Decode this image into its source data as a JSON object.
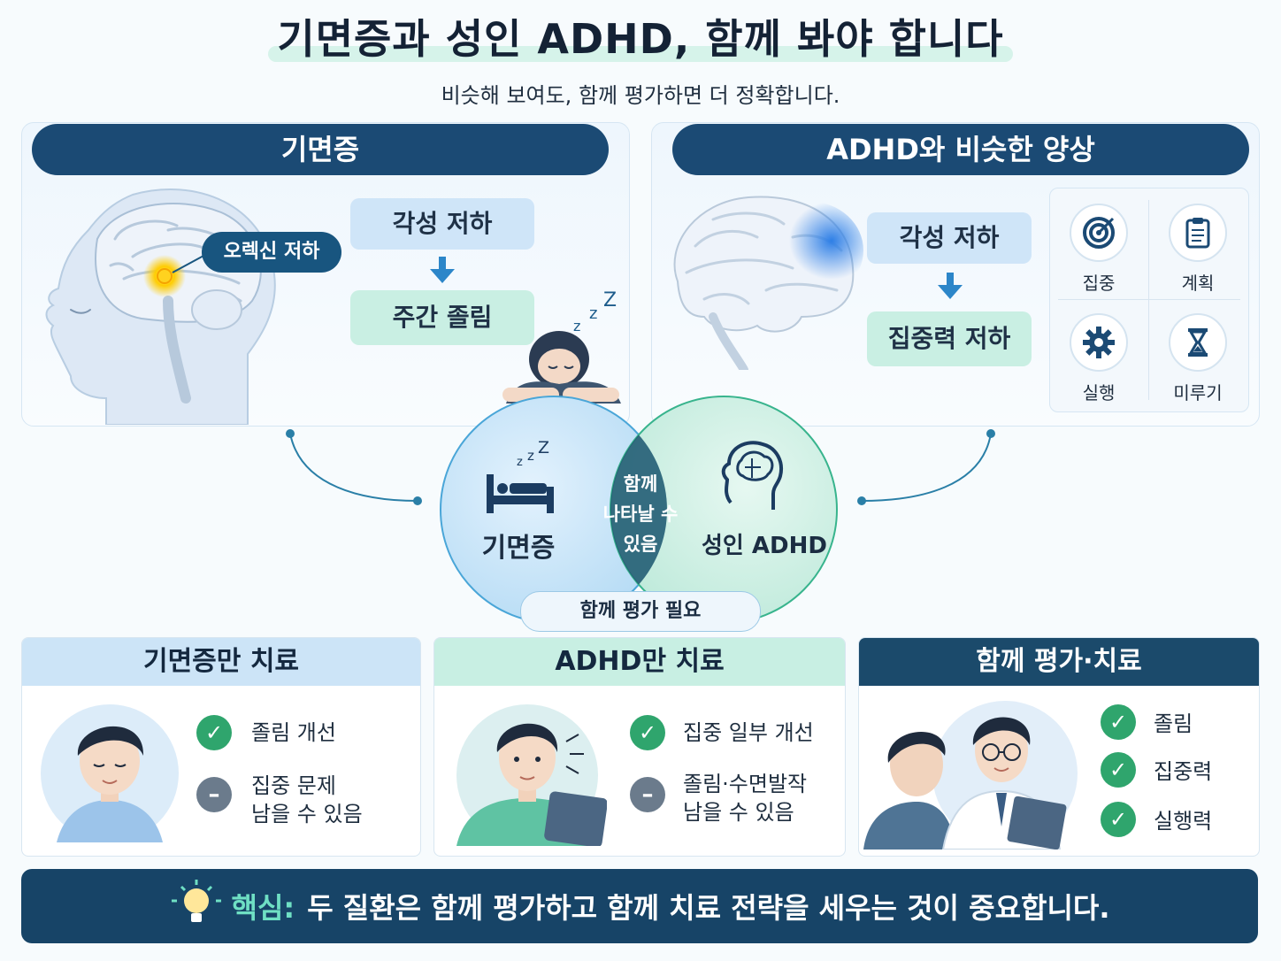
{
  "header": {
    "title": "기면증과 성인 ADHD, 함께 봐야 합니다",
    "subtitle": "비슷해 보여도, 함께 평가하면 더 정확합니다."
  },
  "left_panel": {
    "heading": "기면증",
    "orexin_label": "오렉신 저하",
    "step1": "각성 저하",
    "step2": "주간 졸림",
    "sleep_z": "z z Z"
  },
  "right_panel": {
    "heading": "ADHD와 비슷한 양상",
    "step1": "각성 저하",
    "step2": "집중력 저하",
    "icons": [
      {
        "icon": "target-icon",
        "label": "집중"
      },
      {
        "icon": "clipboard-icon",
        "label": "계획"
      },
      {
        "icon": "gear-icon",
        "label": "실행"
      },
      {
        "icon": "hourglass-icon",
        "label": "미루기"
      }
    ]
  },
  "venn": {
    "left_label": "기면증",
    "right_label": "성인 ADHD",
    "overlap_label_1": "함께",
    "overlap_label_2": "나타날 수",
    "overlap_label_3": "있음",
    "bottom_tag": "함께 평가 필요",
    "bed_z": "z z Z"
  },
  "cards": [
    {
      "heading": "기면증만 치료",
      "items": [
        {
          "type": "check",
          "line1": "졸림 개선",
          "line2": ""
        },
        {
          "type": "minus",
          "line1": "집중 문제",
          "line2": "남을 수 있음"
        }
      ]
    },
    {
      "heading": "ADHD만 치료",
      "items": [
        {
          "type": "check",
          "line1": "집중 일부 개선",
          "line2": ""
        },
        {
          "type": "minus",
          "line1": "졸림·수면발작",
          "line2": "남을 수 있음"
        }
      ]
    },
    {
      "heading": "함께 평가·치료",
      "items": [
        {
          "type": "check",
          "line1": "졸림"
        },
        {
          "type": "check",
          "line1": "집중력"
        },
        {
          "type": "check",
          "line1": "실행력"
        }
      ]
    }
  ],
  "footer": {
    "keyword": "핵심:",
    "message": "두 질환은 함께 평가하고 함께 치료 전략을 세우는 것이 중요합니다."
  },
  "colors": {
    "navy": "#1b4a74",
    "blue_pill": "#cfe5f8",
    "green_pill": "#c9efe3",
    "check_green": "#2fa56d",
    "accent_mint": "#6fe0c4"
  }
}
